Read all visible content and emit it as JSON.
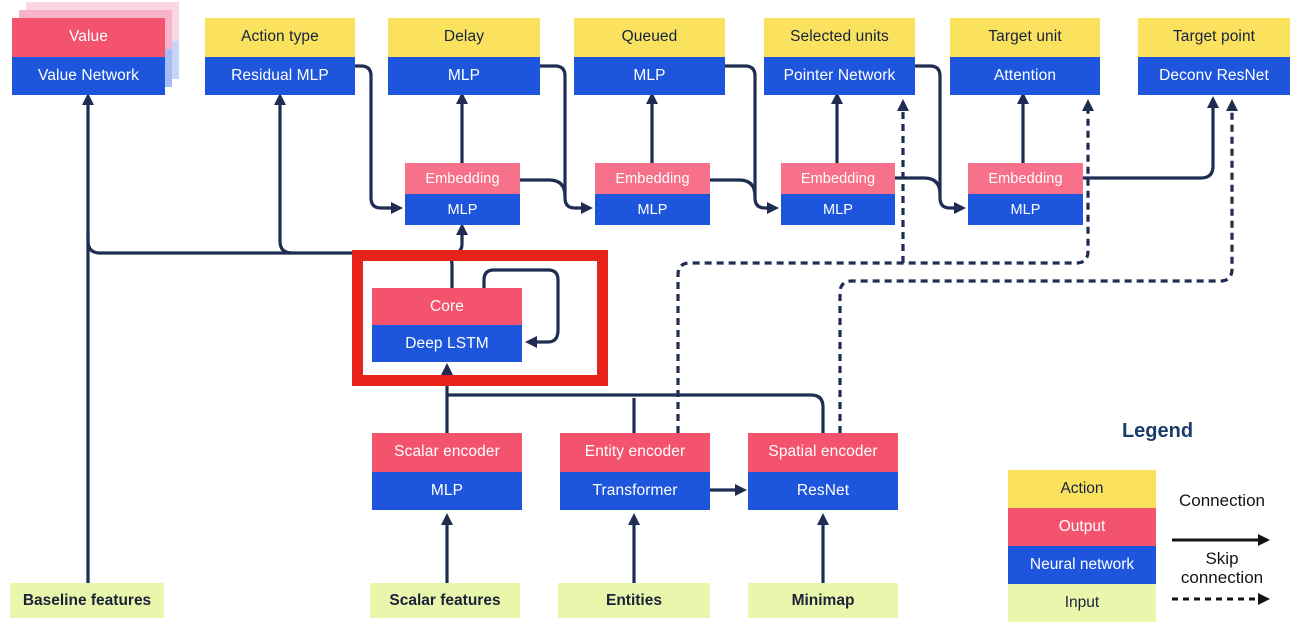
{
  "blocks": {
    "value": {
      "top": "Value",
      "bottom": "Value Network"
    },
    "action_type": {
      "top": "Action type",
      "bottom": "Residual MLP"
    },
    "delay": {
      "top": "Delay",
      "bottom": "MLP"
    },
    "queued": {
      "top": "Queued",
      "bottom": "MLP"
    },
    "selected_units": {
      "top": "Selected units",
      "bottom": "Pointer Network"
    },
    "target_unit": {
      "top": "Target unit",
      "bottom": "Attention"
    },
    "target_point": {
      "top": "Target point",
      "bottom": "Deconv ResNet"
    },
    "core": {
      "top": "Core",
      "bottom": "Deep LSTM"
    },
    "scalar_encoder": {
      "top": "Scalar encoder",
      "bottom": "MLP"
    },
    "entity_encoder": {
      "top": "Entity encoder",
      "bottom": "Transformer"
    },
    "spatial_encoder": {
      "top": "Spatial encoder",
      "bottom": "ResNet"
    }
  },
  "embeddings": [
    {
      "top": "Embedding",
      "bottom": "MLP"
    },
    {
      "top": "Embedding",
      "bottom": "MLP"
    },
    {
      "top": "Embedding",
      "bottom": "MLP"
    },
    {
      "top": "Embedding",
      "bottom": "MLP"
    }
  ],
  "inputs": {
    "baseline": "Baseline features",
    "scalar": "Scalar features",
    "entities": "Entities",
    "minimap": "Minimap"
  },
  "legend": {
    "title": "Legend",
    "action": "Action",
    "output": "Output",
    "network": "Neural network",
    "input": "Input",
    "connection": "Connection",
    "skip1": "Skip",
    "skip2": "connection"
  },
  "colors": {
    "action_yellow": "#FAE15E",
    "output_red": "#F4536E",
    "embedding_pink": "#F8718A",
    "network_blue": "#1D56DD",
    "input_green": "#EAF6AC",
    "wire_navy": "#1F2D52",
    "highlight_red": "#E8231B"
  }
}
